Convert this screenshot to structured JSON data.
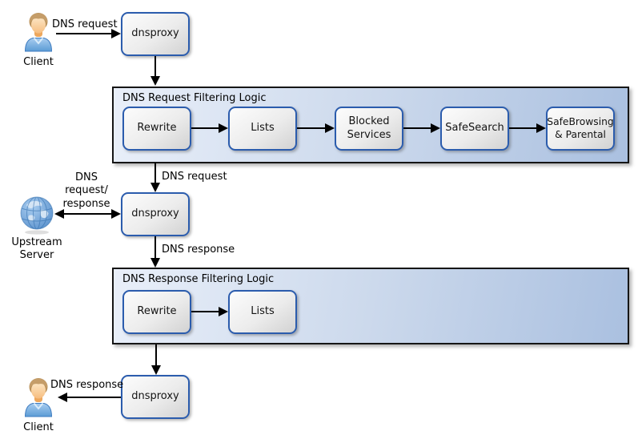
{
  "actors": {
    "client_top_label": "Client",
    "client_bottom_label": "Client",
    "upstream_label": "Upstream Server"
  },
  "proxies": {
    "top": "dnsproxy",
    "middle": "dnsproxy",
    "bottom": "dnsproxy"
  },
  "containers": [
    {
      "title": "DNS Request Filtering Logic",
      "boxes": [
        "Rewrite",
        "Lists",
        "Blocked Services",
        "SafeSearch",
        "SafeBrowsing & Parental"
      ]
    },
    {
      "title": "DNS Response Filtering Logic",
      "boxes": [
        "Rewrite",
        "Lists"
      ]
    }
  ],
  "edge_labels": {
    "client_to_proxy": "DNS request",
    "filter_to_proxy": "DNS request",
    "upstream_exchange": "DNS request/ response",
    "proxy_to_response_filter": "DNS response",
    "proxy_to_client": "DNS response"
  },
  "colors": {
    "group_fill_left": "#e9eff9",
    "group_fill_right": "#aac0e0",
    "group_border": "#161616",
    "node_border": "#2b5cad",
    "node_fill_light": "#fcfcfc",
    "node_fill_dark": "#d2d2d2",
    "arrow": "#000000",
    "globe_blue": "#4e88c7",
    "shirt_blue": "#5b9bd5",
    "hair_brown": "#b78f58",
    "skin_tone": "#fcd9a8"
  }
}
